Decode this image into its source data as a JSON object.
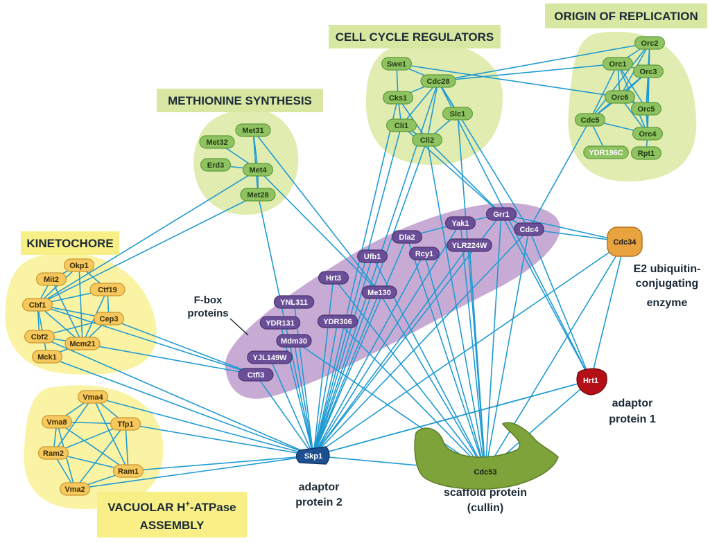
{
  "colors": {
    "edge": "#1f9ad2",
    "green_region": "#e1ecb1",
    "green_title_bg": "#d8e8a2",
    "green_node": "#8fc260",
    "green_node_stroke": "#5e9a3a",
    "green_node_text": "#1d3a12",
    "ydr_node_text": "#ffffff",
    "yellow_region": "#fbf3a4",
    "yellow_title_bg": "#f8ef86",
    "yellow_node": "#f6c85d",
    "yellow_node_stroke": "#c9942f",
    "yellow_node_text": "#3a2a05",
    "purple_region": "#c8abd4",
    "purple_node": "#6a4e97",
    "purple_node_text": "#ffffff",
    "cdc34": "#e8a23e",
    "hrt1": "#b40f17",
    "skp1": "#1d4f91",
    "cdc53": "#7da33a"
  },
  "titles": {
    "origin": "ORIGIN OF REPLICATION",
    "cell_cycle": "CELL CYCLE REGULATORS",
    "methionine": "METHIONINE SYNTHESIS",
    "kinetochore": "KINETOCHORE",
    "vacuolar_main": "VACUOLAR H",
    "vacuolar_sup": "+",
    "vacuolar_tail": "-ATPase",
    "vacuolar_line2": "ASSEMBLY"
  },
  "labels": {
    "fbox_line1": "F-box",
    "fbox_line2": "proteins",
    "e2_line1": "E2 ubiquitin-",
    "e2_line2": "conjugating",
    "e2_line3": "enzyme",
    "adaptor1_line1": "adaptor",
    "adaptor1_line2": "protein 1",
    "adaptor2_line1": "adaptor",
    "adaptor2_line2": "protein 2",
    "scaffold_line1": "scaffold protein",
    "scaffold_line2": "(cullin)"
  },
  "nodes": {
    "Orc2": "Orc2",
    "Orc1": "Orc1",
    "Orc3": "Orc3",
    "Orc6": "Orc6",
    "Orc5": "Orc5",
    "Cdc5": "Cdc5",
    "Orc4": "Orc4",
    "YDR196C": "YDR196C",
    "Rpt1": "Rpt1",
    "Swe1": "Swe1",
    "Cdc28": "Cdc28",
    "Cks1": "Cks1",
    "Slc1": "Slc1",
    "Cli1": "Cli1",
    "Cli2": "Cli2",
    "Met31": "Met31",
    "Met32": "Met32",
    "Erd3": "Erd3",
    "Met4": "Met4",
    "Met28": "Met28",
    "Okp1": "Okp1",
    "Mit2": "Mit2",
    "Ctf19": "Ctf19",
    "Cbf1": "Cbf1",
    "Cep3": "Cep3",
    "Cbf2": "Cbf2",
    "Mcm21": "Mcm21",
    "Mck1": "Mck1",
    "Vma4": "Vma4",
    "Vma8": "Vma8",
    "Tfp1": "Tfp1",
    "Ram2": "Ram2",
    "Ram1": "Ram1",
    "Vma2": "Vma2",
    "Grr1": "Grr1",
    "Yak1": "Yak1",
    "Cdc4": "Cdc4",
    "Dla2": "Dla2",
    "YLR224W": "YLR224W",
    "Ufb1": "Ufb1",
    "Rcy1": "Rcy1",
    "Hrt3": "Hrt3",
    "Me130": "Me130",
    "YNL311": "YNL311",
    "YDR131": "YDR131",
    "YDR306": "YDR306",
    "Mdm30": "Mdm30",
    "YJL149W": "YJL149W",
    "Ctfl3": "Ctfl3",
    "Cdc34": "Cdc34",
    "Hrt1": "Hrt1",
    "Skp1": "Skp1",
    "Cdc53": "Cdc53"
  }
}
